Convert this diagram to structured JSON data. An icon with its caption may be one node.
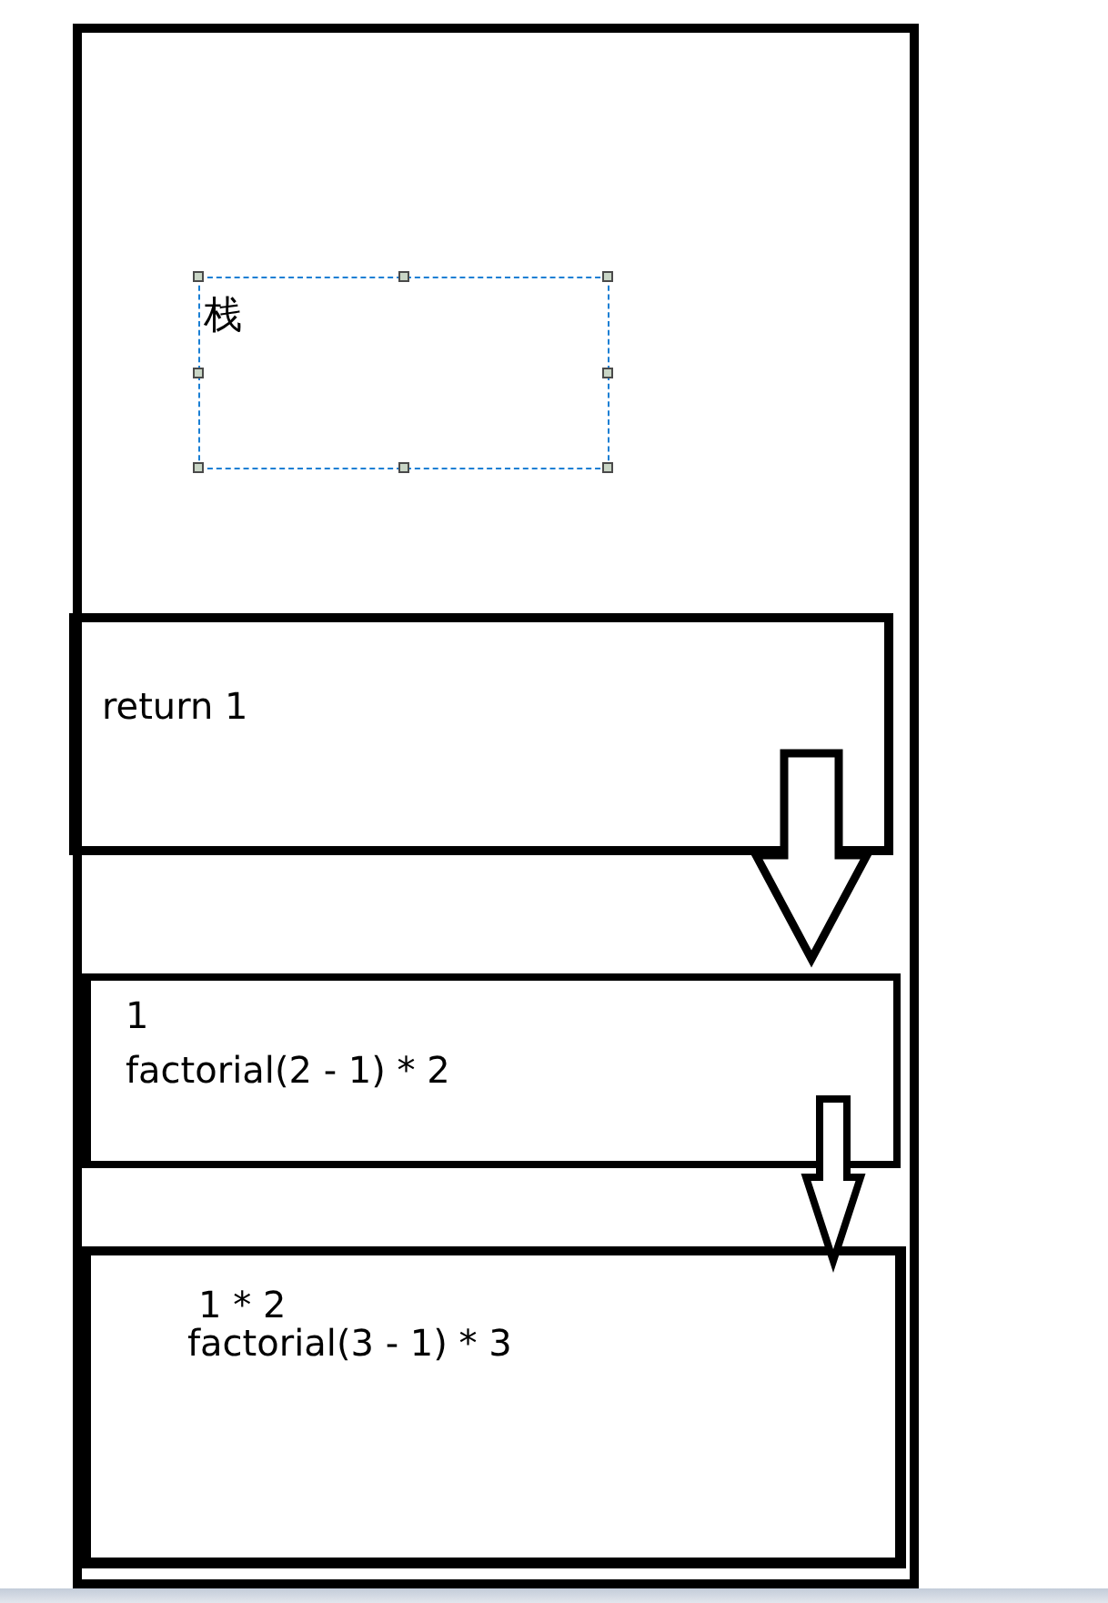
{
  "diagram": {
    "nodes": [
      {
        "text": [],
        "shape": "box"
      },
      {
        "text": [
          "栈"
        ],
        "in": 0
      },
      {
        "text": [
          "return 1"
        ],
        "in": 0
      },
      {
        "text": [
          "1",
          "factorial(2 - 1) * 2"
        ],
        "in": 0
      },
      {
        "text": [
          "1 * 2",
          "factorial(3 - 1) * 3"
        ],
        "in": 0
      }
    ],
    "edges": [
      {
        "from": 2,
        "to": 3,
        "arrow": "to"
      },
      {
        "from": 3,
        "to": 4,
        "arrow": "to"
      }
    ]
  }
}
